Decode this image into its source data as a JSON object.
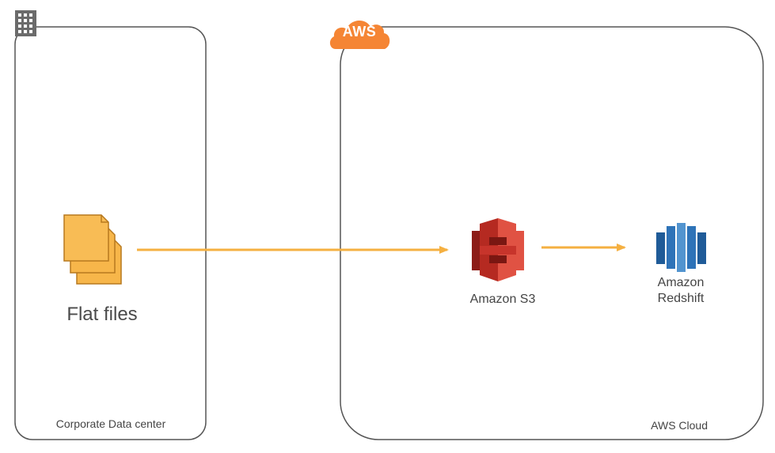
{
  "corporate_dc": {
    "label": "Corporate Data center",
    "icon": "building-icon"
  },
  "aws_cloud": {
    "badge": "AWS",
    "label": "AWS Cloud",
    "badge_color": "#F58534"
  },
  "nodes": {
    "flat_files": {
      "label": "Flat files",
      "icon": "documents-icon",
      "color": "#F7B64A"
    },
    "s3": {
      "label": "Amazon S3",
      "icon": "s3-bucket-icon",
      "color": "#D9302A"
    },
    "redshift": {
      "label": "Amazon\nRedshift",
      "icon": "redshift-icon",
      "color": "#2E73B8"
    }
  },
  "edges": [
    {
      "from": "Flat files",
      "to": "Amazon S3",
      "color": "#F5B041"
    },
    {
      "from": "Amazon S3",
      "to": "Amazon Redshift",
      "color": "#F5B041"
    }
  ]
}
